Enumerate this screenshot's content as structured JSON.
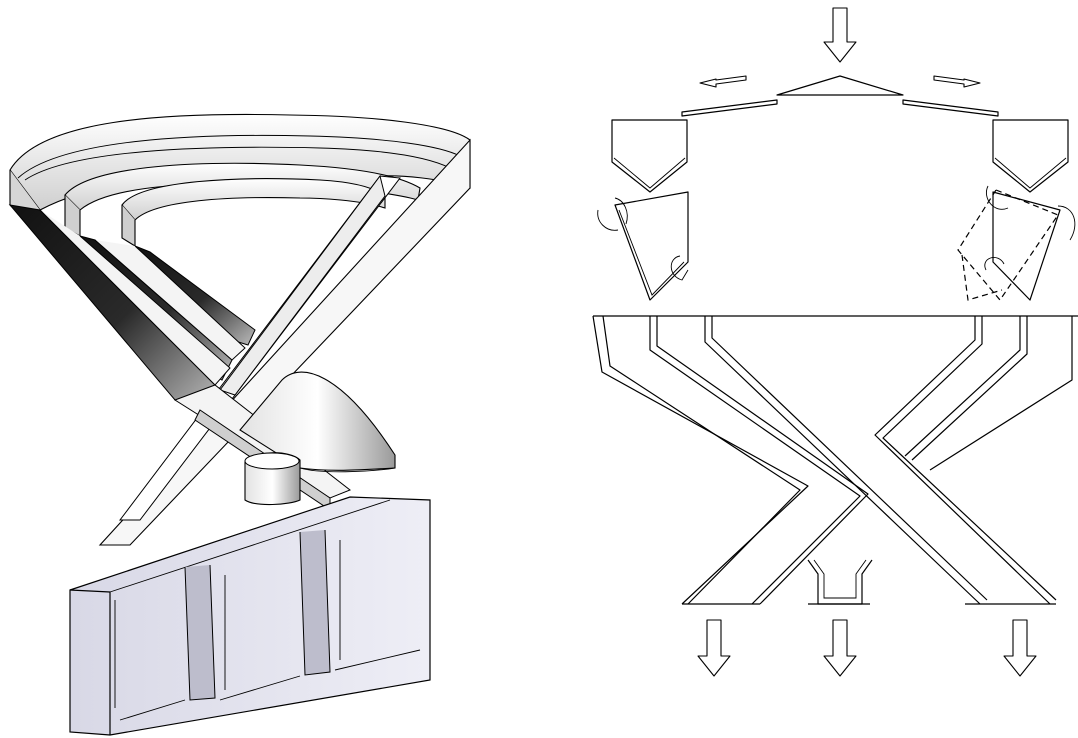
{
  "figure": {
    "views": [
      "isometric-chute-assembly",
      "splitter-schematic"
    ],
    "colors": {
      "background": "#ffffff",
      "line": "#000000",
      "shade_dark": "#0a0a0a",
      "shade_mid": "#9a9a9a",
      "surface_light": "#ececec",
      "box_face": "#e4e4f0"
    },
    "icons": {
      "inflow": "arrow-down-icon",
      "deflect_left": "arrow-left-icon",
      "deflect_right": "arrow-right-icon",
      "rotation": "rotation-arrow-icon",
      "outflow": "arrow-down-icon"
    },
    "outlets": 3
  }
}
